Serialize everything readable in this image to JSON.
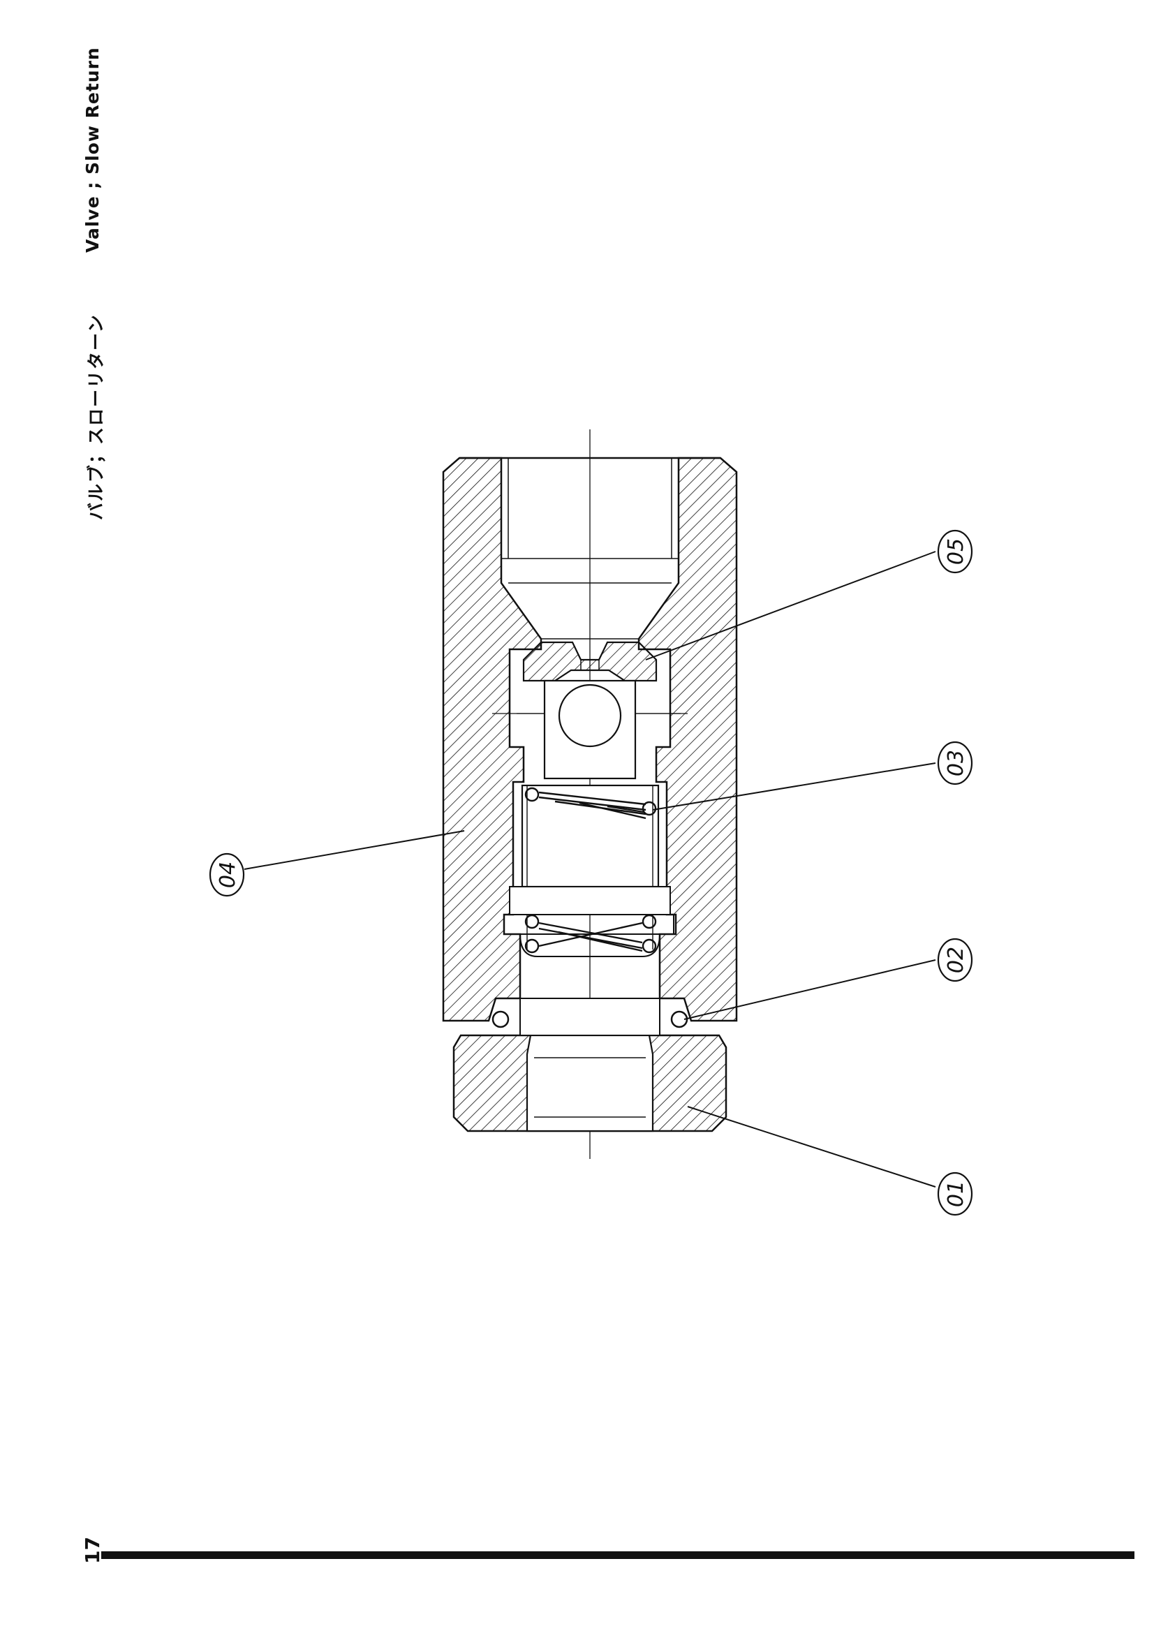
{
  "header": {
    "title_jp": "バルブ；スローリターン",
    "title_en": "Valve ; Slow Return"
  },
  "footer": {
    "page_number": "17"
  },
  "callouts": [
    {
      "id": "05",
      "label": "05"
    },
    {
      "id": "03",
      "label": "03"
    },
    {
      "id": "04",
      "label": "04"
    },
    {
      "id": "02",
      "label": "02"
    },
    {
      "id": "01",
      "label": "01"
    }
  ],
  "colors": {
    "ink": "#111111",
    "paper": "#ffffff"
  }
}
